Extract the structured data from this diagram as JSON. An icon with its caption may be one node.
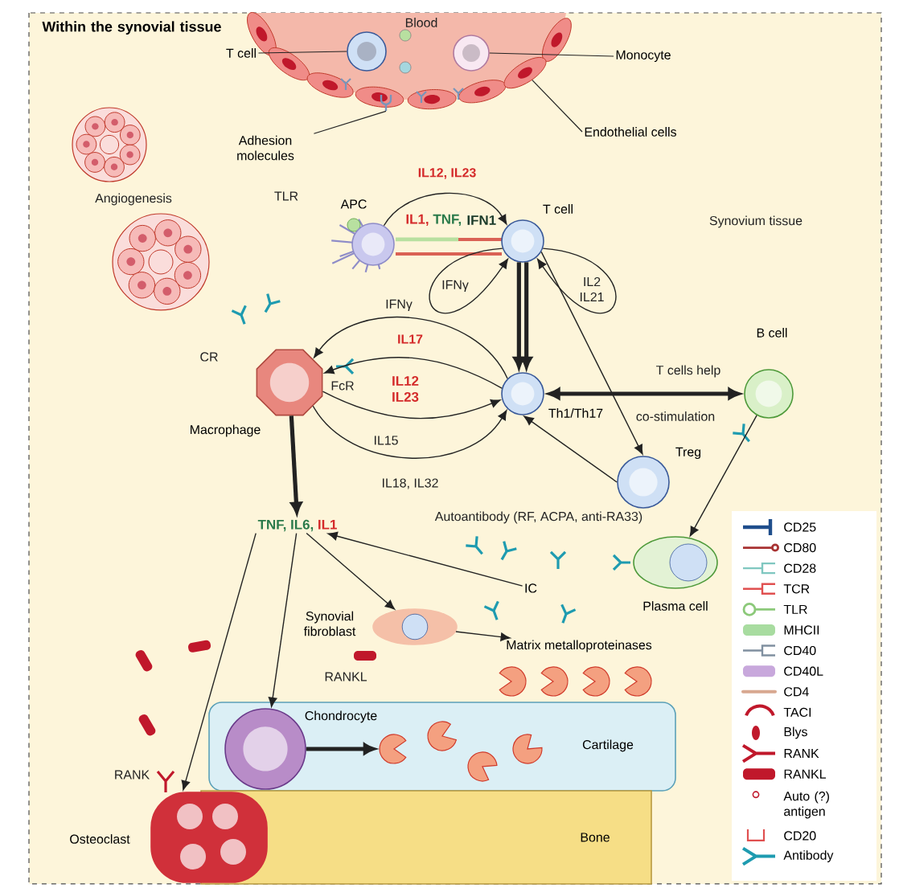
{
  "diagram": {
    "title": "Within the synovial tissue",
    "nodes": [
      {
        "text": [
          "T cell"
        ]
      },
      {
        "text": [],
        "shape": "circle"
      },
      {
        "text": [],
        "shape": "circle"
      },
      {
        "text": [
          "Monocyte"
        ]
      },
      {
        "text": [
          "Adhesion molecules"
        ]
      },
      {
        "text": [
          "Endothelial cells"
        ]
      },
      {
        "text": [
          "APC"
        ]
      },
      {
        "text": [
          "T cell"
        ]
      },
      {
        "text": [
          "Macrophage"
        ]
      },
      {
        "text": [
          "Th1/Th17"
        ]
      },
      {
        "text": [
          "Treg"
        ]
      },
      {
        "text": [
          "B cell"
        ]
      },
      {
        "text": [
          "TNF,",
          "IL6,",
          "IL1"
        ]
      },
      {
        "text": [
          "Synovial fibroblast"
        ]
      },
      {
        "text": [
          "IC"
        ]
      },
      {
        "text": [
          "Plasma cell"
        ]
      },
      {
        "text": [
          "Matrix metalloproteinases"
        ]
      },
      {
        "text": [
          "Cartilage"
        ]
      },
      {
        "text": [
          "Chondrocyte"
        ],
        "in": 17
      },
      {
        "text": [],
        "shape": "circle",
        "in": 17
      },
      {
        "text": [
          "Bone"
        ]
      },
      {
        "text": [
          "Osteoclast"
        ]
      },
      {
        "text": [],
        "shape": "picture"
      },
      {
        "text": [],
        "shape": "ellipse"
      }
    ],
    "edges": [
      {
        "from": 0,
        "to": 1,
        "arrow": "none"
      },
      {
        "from": 3,
        "to": 2,
        "arrow": "none"
      },
      {
        "from": 4,
        "to": 22,
        "arrow": "none"
      },
      {
        "from": 5,
        "to": 23,
        "arrow": "none"
      },
      {
        "from": 6,
        "to": 7,
        "arrow": "to",
        "label": "IL12, IL23"
      },
      {
        "from": 7,
        "to": 7,
        "arrow": "to",
        "label": "IFNγ"
      },
      {
        "from": 7,
        "to": 7,
        "arrow": "to",
        "label": "IL2 IL21"
      },
      {
        "from": 7,
        "to": 9,
        "arrow": "to",
        "style": "thick"
      },
      {
        "from": 7,
        "to": 9,
        "arrow": "to",
        "style": "thick"
      },
      {
        "from": 7,
        "to": 10,
        "arrow": "to"
      },
      {
        "from": 10,
        "to": 9,
        "arrow": "to"
      },
      {
        "from": 9,
        "to": 11,
        "arrow": "both",
        "style": "thick",
        "label": "T cells help"
      },
      {
        "from": 9,
        "to": 8,
        "arrow": "to",
        "label": "IFNγ"
      },
      {
        "from": 9,
        "to": 8,
        "arrow": "to",
        "label": "IL17"
      },
      {
        "from": 8,
        "to": 9,
        "arrow": "to",
        "label": "IL15"
      },
      {
        "from": 8,
        "to": 9,
        "arrow": "to",
        "label": "IL18, IL32"
      },
      {
        "from": 11,
        "to": 15,
        "arrow": "to"
      },
      {
        "from": 8,
        "to": 12,
        "arrow": "to",
        "style": "thick"
      },
      {
        "from": 14,
        "to": 12,
        "arrow": "to"
      },
      {
        "from": 12,
        "to": 13,
        "arrow": "to"
      },
      {
        "from": 12,
        "to": 18,
        "arrow": "to"
      },
      {
        "from": 12,
        "to": 21,
        "arrow": "to"
      },
      {
        "from": 13,
        "to": 16,
        "arrow": "to"
      },
      {
        "from": 18,
        "to": 19,
        "arrow": "to",
        "style": "thick"
      }
    ],
    "labels": [
      "Blood",
      "Angiogenesis",
      "TLR",
      "IL1,",
      "TNF,",
      "IFN1",
      "Synovium tissue",
      "CR",
      "FcR",
      "IL12 IL23",
      "co-stimulation",
      "Autoantibody (RF, ACPA, anti-RA33)",
      "RANKL",
      "RANK"
    ],
    "legend": [
      {
        "text": "CD25"
      },
      {
        "text": "CD80"
      },
      {
        "text": "CD28"
      },
      {
        "text": "TCR"
      },
      {
        "text": "TLR"
      },
      {
        "text": "MHCII"
      },
      {
        "text": "CD40"
      },
      {
        "text": "CD40L"
      },
      {
        "text": "CD4"
      },
      {
        "text": "TACI"
      },
      {
        "text": "Blys"
      },
      {
        "text": "RANK"
      },
      {
        "text": "RANKL"
      },
      {
        "text": "Auto (?) antigen"
      },
      {
        "text": "CD20"
      },
      {
        "text": "Antibody"
      }
    ]
  }
}
